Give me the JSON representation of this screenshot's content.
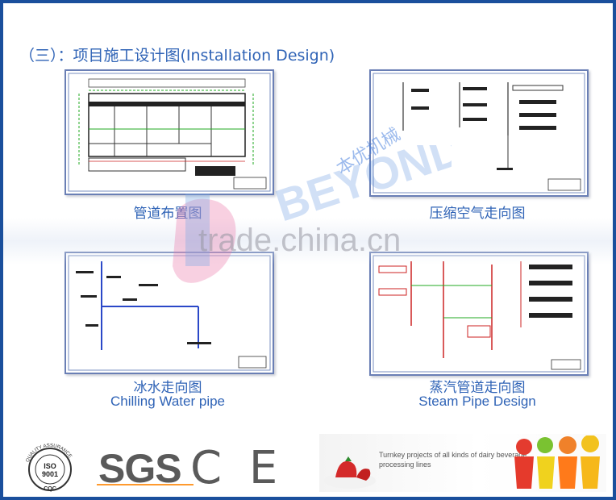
{
  "header": {
    "title": "（三）：项目施工设计图(Installation Design)"
  },
  "drawings": [
    {
      "caption_cn": "管道布置图",
      "caption_en": ""
    },
    {
      "caption_cn": "压缩空气走向图",
      "caption_en": ""
    },
    {
      "caption_cn": "冰水走向图",
      "caption_en": "Chilling Water pipe"
    },
    {
      "caption_cn": "蒸汽管道走向图",
      "caption_en": "Steam Pipe Design"
    }
  ],
  "watermarks": {
    "trade": "trade.china.cn",
    "company_cn": "本优机械",
    "company_logo": "BEYOND"
  },
  "certifications": {
    "iso": {
      "ring_text": "QUALITY ASSURANCE",
      "center": "ISO 9001",
      "bottom": "CQC"
    },
    "sgs": "SGS",
    "ce": "C E"
  },
  "banner": {
    "text": "Turnkey projects of all kinds of dairy beverage processing lines"
  },
  "colors": {
    "frame": "#1a4f9c",
    "title": "#2f63b6",
    "drawing_border": "#6a7fb5"
  }
}
